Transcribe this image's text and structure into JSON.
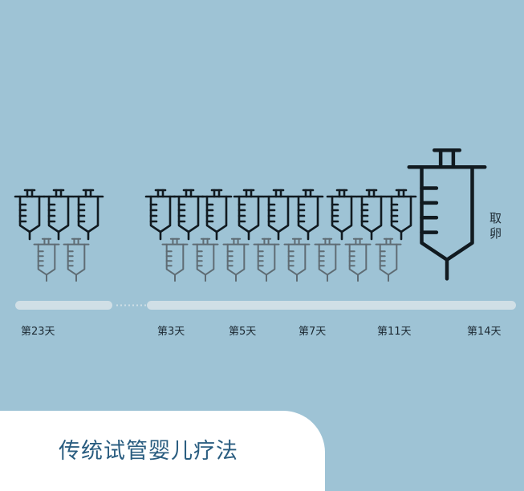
{
  "timeline_labels": [
    "第23天",
    "第3天",
    "第5天",
    "第7天",
    "第11天",
    "第14天"
  ],
  "egg_retrieval_label": "取卵",
  "title": "传统试管婴儿疗法",
  "colors": {
    "background": "#9ec3d5",
    "syringe_dark": "#111a20",
    "syringe_gray": "#5f6c74",
    "timeline": "#d0dfe6",
    "title": "#2a5d80"
  },
  "icons": {
    "syringe": "syringe-icon"
  }
}
